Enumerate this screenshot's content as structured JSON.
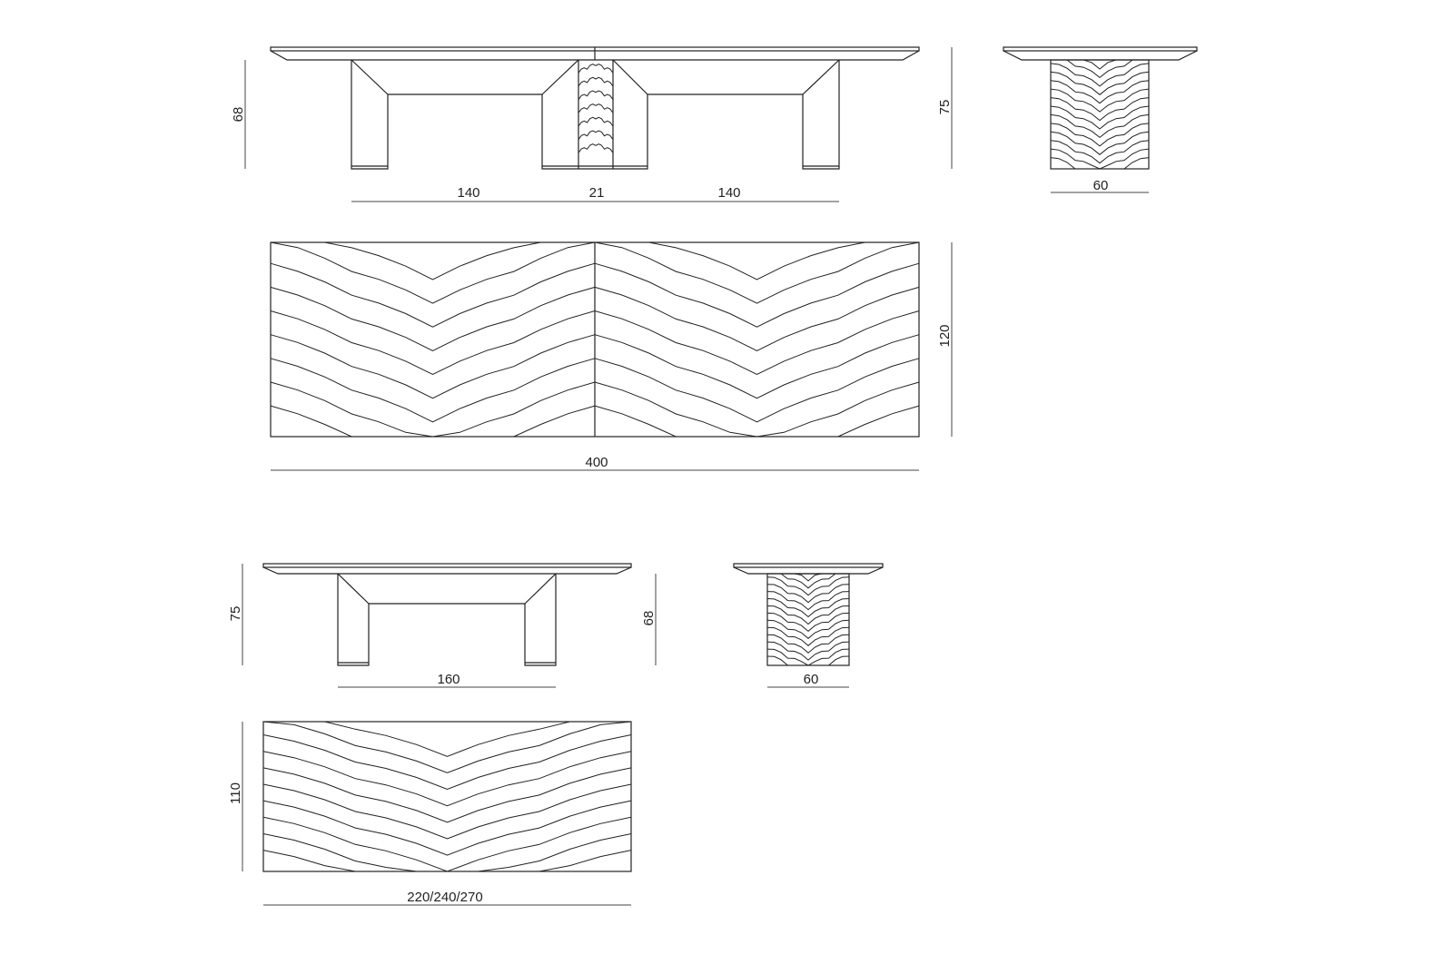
{
  "large_table": {
    "front_height": "68",
    "side_height": "75",
    "leg_span_left": "140",
    "center_block_width": "21",
    "leg_span_right": "140",
    "side_width": "60",
    "top_depth": "120",
    "top_length": "400"
  },
  "small_table": {
    "front_height": "75",
    "side_height": "68",
    "leg_span": "160",
    "side_width": "60",
    "top_depth": "110",
    "top_length": "220/240/270"
  }
}
